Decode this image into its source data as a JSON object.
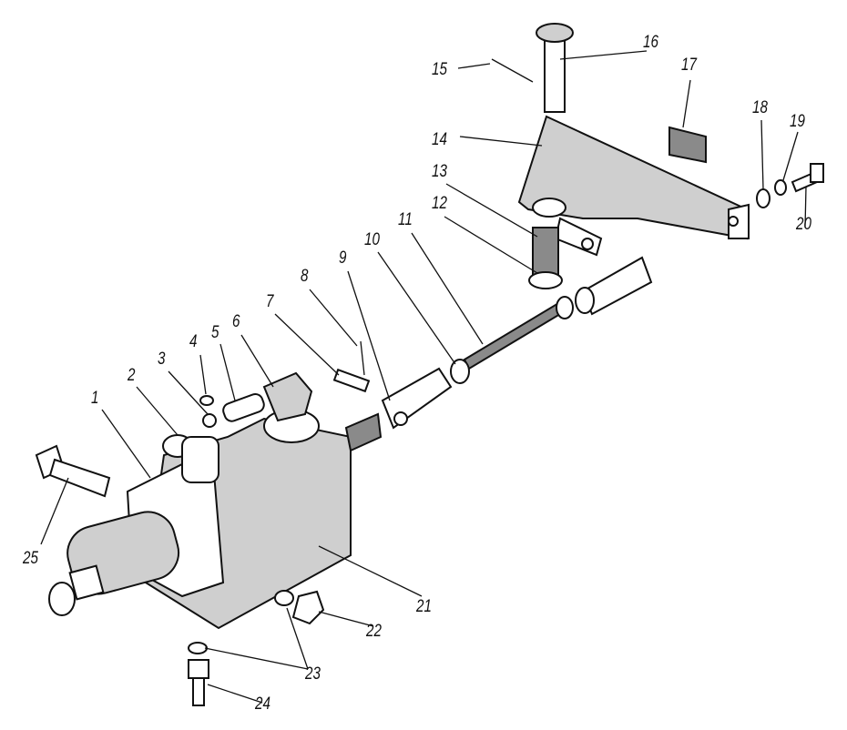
{
  "diagram": {
    "title": "Exploded view assembly",
    "labels": [
      "1",
      "2",
      "3",
      "4",
      "5",
      "6",
      "7",
      "8",
      "9",
      "10",
      "11",
      "12",
      "13",
      "14",
      "15",
      "16",
      "17",
      "18",
      "19",
      "20",
      "21",
      "22",
      "23",
      "24",
      "25"
    ]
  }
}
